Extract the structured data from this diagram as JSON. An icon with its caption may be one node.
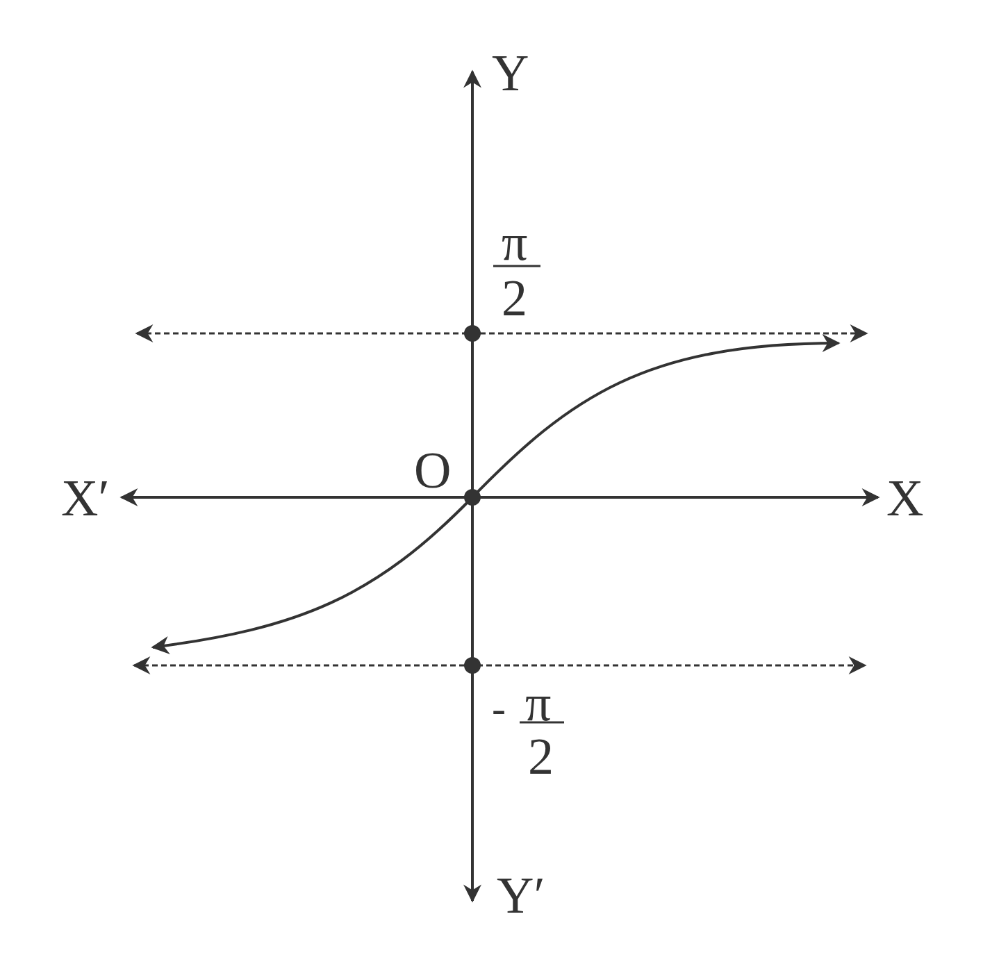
{
  "diagram": {
    "labels": [
      "Y",
      "π",
      "2",
      "O",
      "X′",
      "X",
      "-",
      "π",
      "2",
      "Y′"
    ]
  }
}
